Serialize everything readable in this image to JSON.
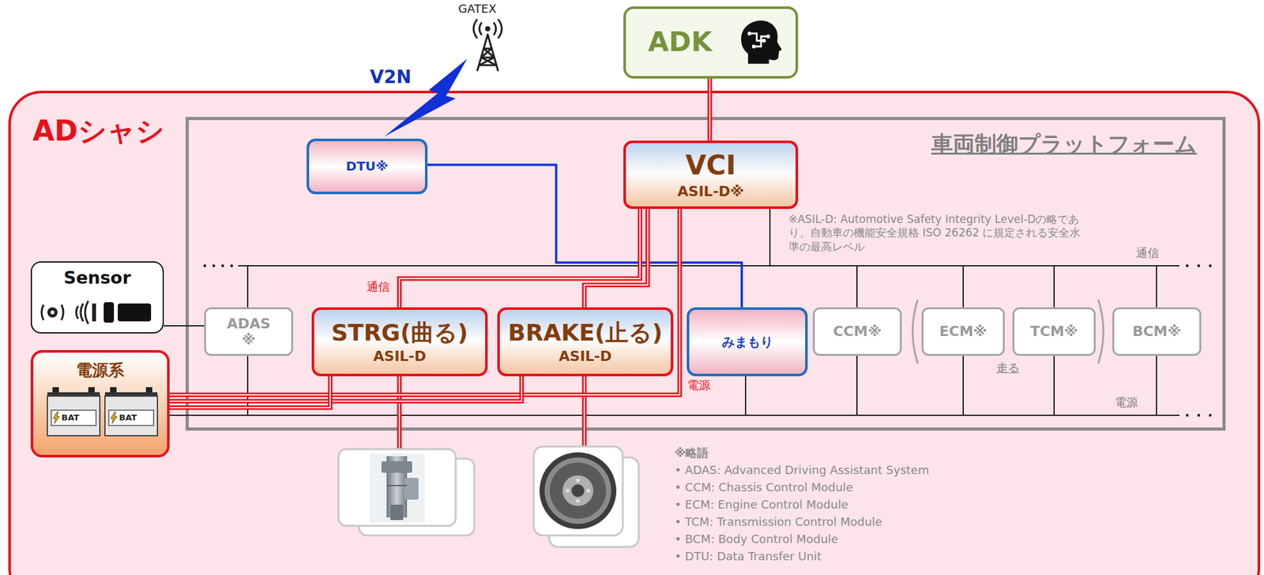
{
  "diagram": {
    "nodes": [
      {
        "text": [
          "ADK"
        ]
      },
      {
        "text": [
          "ADシャシ"
        ]
      },
      {
        "text": [
          "車両制御プラットフォーム"
        ],
        "in": 1
      },
      {
        "text": [
          "DTU※"
        ],
        "in": 2
      },
      {
        "text": [
          "VCI",
          "ASIL-D※"
        ],
        "in": 2
      },
      {
        "text": [
          "Sensor"
        ],
        "in": 1
      },
      {
        "text": [
          "ADAS ※"
        ],
        "in": 2
      },
      {
        "text": [
          "STRG(曲る)",
          "ASIL-D"
        ],
        "in": 2
      },
      {
        "text": [
          "BRAKE(止る)",
          "ASIL-D"
        ],
        "in": 2
      },
      {
        "text": [
          "みまもり"
        ],
        "in": 2
      },
      {
        "text": [
          "CCM※"
        ],
        "in": 2
      },
      {
        "text": [
          "ECM※"
        ],
        "in": 2
      },
      {
        "text": [
          "TCM※"
        ],
        "in": 2
      },
      {
        "text": [
          "BCM※"
        ],
        "in": 2
      },
      {
        "text": [
          "電源系"
        ],
        "in": 1
      }
    ],
    "edges": [
      {
        "from": 0,
        "to": 4,
        "arrow": "none"
      },
      {
        "from": 3,
        "to": 9,
        "arrow": "none"
      },
      {
        "from": 4,
        "to": 7,
        "label": "通信",
        "arrow": "none"
      },
      {
        "from": 4,
        "to": 8,
        "arrow": "none"
      },
      {
        "from": 5,
        "to": 6,
        "arrow": "none"
      },
      {
        "from": 14,
        "to": 4,
        "label": "電源",
        "arrow": "none"
      },
      {
        "from": 14,
        "to": 8,
        "arrow": "none"
      },
      {
        "from": 14,
        "to": 7,
        "arrow": "none"
      }
    ],
    "labels": [
      "GATEX",
      "V2N",
      "※ASIL-D: Automotive Safety Integrity Level-Dの略であり、自動車の機能安全規格 ISO 26262 に規定される安全水準の最高レベル",
      "通信",
      "電源",
      "走る",
      "BAT",
      "BAT",
      "※略語",
      "• ADAS: Advanced Driving Assistant System",
      "• CCM: Chassis Control Module",
      "• ECM: Engine Control Module",
      "• TCM: Transmission Control Module",
      "• BCM: Body Control Module",
      "• DTU: Data Transfer Unit"
    ]
  }
}
